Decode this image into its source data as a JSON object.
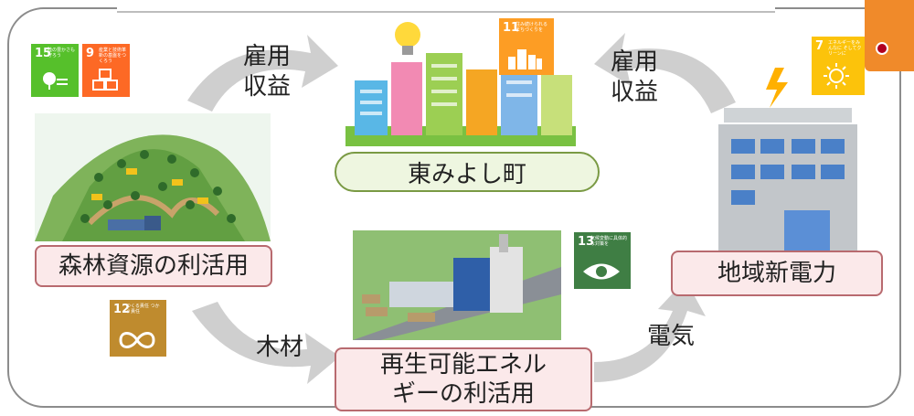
{
  "nodes": {
    "town": "東みよし町",
    "forest": "森林資源の利活用",
    "renewable_line1": "再生可能エネル",
    "renewable_line2": "ギーの利活用",
    "power": "地域新電力"
  },
  "flows": {
    "forest_to_town_1": "雇用",
    "forest_to_town_2": "収益",
    "power_to_town_1": "雇用",
    "power_to_town_2": "収益",
    "wood": "木材",
    "electricity": "電気"
  },
  "sdg_badges": [
    {
      "number": "15",
      "text": "陸の豊かさも守ろう",
      "color": "#56c02b",
      "icon": "tree-icon"
    },
    {
      "number": "9",
      "text": "産業と技術革新の基盤をつくろう",
      "color": "#fd6925",
      "icon": "cubes-icon"
    },
    {
      "number": "11",
      "text": "住み続けられるまちづくりを",
      "color": "#fd9d24",
      "icon": "buildings-icon"
    },
    {
      "number": "7",
      "text": "エネルギーをみんなに そしてクリーンに",
      "color": "#fcc30b",
      "icon": "sun-icon"
    },
    {
      "number": "13",
      "text": "気候変動に具体的な対策を",
      "color": "#3f7e44",
      "icon": "eye-icon"
    },
    {
      "number": "12",
      "text": "つくる責任 つかう責任",
      "color": "#bf8b2e",
      "icon": "infinity-icon"
    }
  ],
  "colors": {
    "node_fill": "#fbe9ea",
    "node_border": "#b86a6f",
    "town_fill": "#eef6e0",
    "arrow": "#cfcfcf"
  }
}
